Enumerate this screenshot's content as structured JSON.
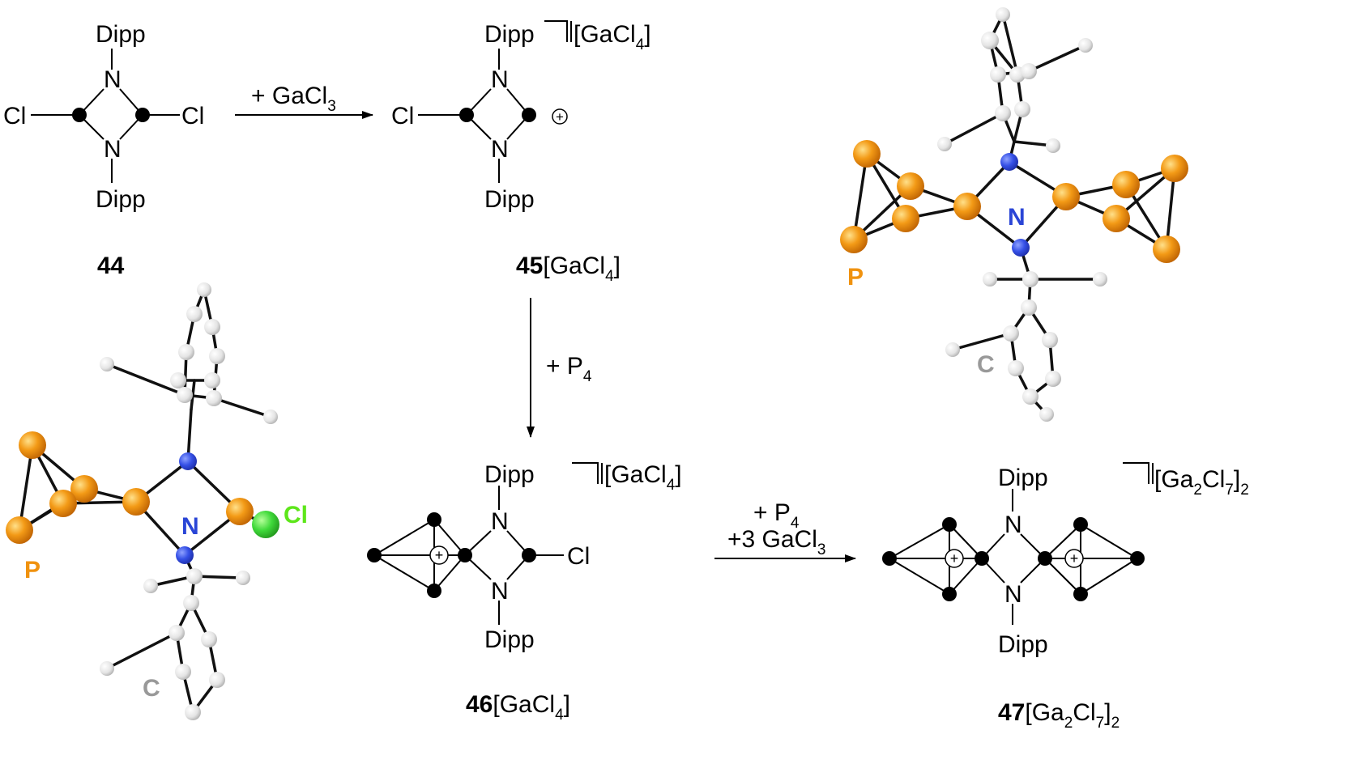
{
  "atoms": {
    "dipp": "Dipp",
    "n": "N",
    "cl": "Cl",
    "p": "P",
    "c": "C",
    "plus": "+"
  },
  "compounds": {
    "c44": {
      "number": "44"
    },
    "c45": {
      "number": "45",
      "counterion": "[GaCl",
      "sub": "4",
      "close": "]"
    },
    "c46": {
      "number": "46",
      "counterion": "[GaCl",
      "sub": "4",
      "close": "]"
    },
    "c47": {
      "number": "47",
      "counterion": "[Ga",
      "sub1": "2",
      "mid": "Cl",
      "sub2": "7",
      "close": "]",
      "sub3": "2"
    }
  },
  "reagents": {
    "step1": {
      "text": "+ GaCl",
      "sub": "3"
    },
    "step2": {
      "text": "+ P",
      "sub": "4"
    },
    "step3a": {
      "text": "+ P",
      "sub": "4"
    },
    "step3b": {
      "text": "+3 GaCl",
      "sub": "3"
    }
  },
  "colors": {
    "phosphorus": "#f0920f",
    "nitrogen": "#3a57e8",
    "chlorine": "#3fd93a",
    "carbon": "#e6e6e6",
    "p_label": "#f0920f",
    "n_label": "#2a45d6",
    "cl_label": "#5de61a",
    "c_label": "#999999"
  }
}
